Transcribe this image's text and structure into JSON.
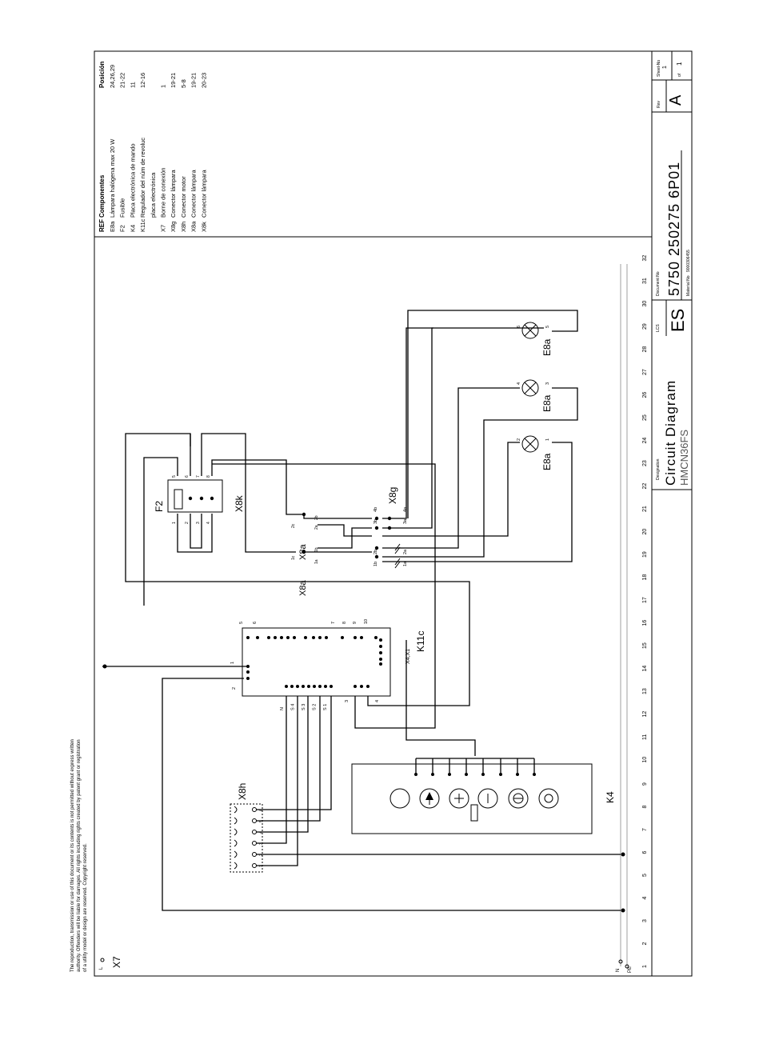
{
  "disclaimer": [
    "The reproduction, transmission or use of this document or its contents is not permitted without express written",
    "authority. Offenders will be liable for damages. All rights including rights created by patent grant or registration",
    "of a utility model or design are reserved. Copyright reserved."
  ],
  "components_table": {
    "header_ref": "REF",
    "header_components": "Componentes",
    "header_position": "Posición",
    "rows": [
      {
        "ref": "E8a",
        "name": "Lámpara halógena max 20 W",
        "pos": "24,26,29"
      },
      {
        "ref": "F2",
        "name": "Fusible",
        "pos": "21-22"
      },
      {
        "ref": "K4",
        "name": "Placa electrónica de mando",
        "pos": "11"
      },
      {
        "ref": "K11c",
        "name": "Regulador del núm de revoluc",
        "pos": "12-16"
      },
      {
        "ref": "",
        "name": "placa electrónica",
        "pos": ""
      },
      {
        "ref": "X7",
        "name": "Borne de conexión",
        "pos": "1"
      },
      {
        "ref": "X8g",
        "name": "Conector lámpara",
        "pos": "19-21"
      },
      {
        "ref": "X8h",
        "name": "Conector motor",
        "pos": "5-8"
      },
      {
        "ref": "X8a",
        "name": "Conector lámpara",
        "pos": "19-21"
      },
      {
        "ref": "X8k",
        "name": "Conector lámpara",
        "pos": "20-23"
      }
    ]
  },
  "title_block": {
    "rev_label": "Rev",
    "rev": "A",
    "sheet_no_label": "Sheet-No",
    "sheet_no": "1",
    "of_label": "of",
    "of": "1",
    "lcs_label": "LCS",
    "lcs": "ES",
    "document_no_label": "Document No",
    "document_no": "5750  250275 6P01",
    "material_no_label": "Material No",
    "material_no": "9000306455",
    "designation_label": "Designation",
    "title": "Circuit Diagram",
    "model": "HMCN36FS"
  },
  "grid_numbers": [
    "1",
    "2",
    "3",
    "4",
    "5",
    "6",
    "7",
    "8",
    "9",
    "10",
    "11",
    "12",
    "13",
    "14",
    "15",
    "16",
    "17",
    "18",
    "19",
    "20",
    "21",
    "22",
    "23",
    "24",
    "25",
    "26",
    "27",
    "28",
    "29",
    "30",
    "31",
    "32"
  ],
  "rails": {
    "l": "L",
    "n": "N",
    "pe": "PE"
  },
  "labels": {
    "x7": "X7",
    "x8h": "X8h",
    "k4": "K4",
    "k11c": "K11c",
    "x4x1": "X4;X1",
    "f2": "F2",
    "x8k": "X8k",
    "x8a_1": "X8a",
    "x8a_2": "X8a",
    "x8g": "X8g",
    "e8a_1": "E8a",
    "e8a_2": "E8a",
    "e8a_3": "E8a"
  },
  "pins": {
    "x8h": [
      "1",
      "2",
      "3",
      "4",
      "5",
      "6"
    ],
    "k11c_side": [
      "N",
      "S 4",
      "S 3",
      "S 2",
      "S 1"
    ],
    "k11c_top": [
      "5",
      "6",
      "7",
      "8",
      "9",
      "10"
    ],
    "k11c_misc": [
      "1",
      "2",
      "3",
      "4"
    ],
    "f2_bottom": [
      "1",
      "2",
      "3",
      "4"
    ],
    "f2_top": [
      "5",
      "6",
      "7",
      "8"
    ],
    "x8a": [
      "1c",
      "1a",
      "1b",
      "2a",
      "2b",
      "2c"
    ],
    "x8g": [
      "1b",
      "1a",
      "2b",
      "2a",
      "3b",
      "3a",
      "4b",
      "4a"
    ],
    "lamp": [
      "2",
      "1",
      "4",
      "3",
      "6",
      "5"
    ]
  }
}
